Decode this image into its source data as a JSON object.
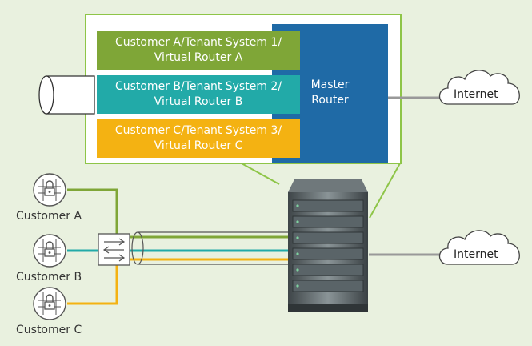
{
  "tenants": [
    {
      "line1": "Customer A/Tenant System 1/",
      "line2": "Virtual Router A",
      "color": "#7fa637"
    },
    {
      "line1": "Customer B/Tenant System 2/",
      "line2": "Virtual Router B",
      "color": "#22aaa8"
    },
    {
      "line1": "Customer C/Tenant System 3/",
      "line2": "Virtual Router C",
      "color": "#f4b212"
    }
  ],
  "master_router": {
    "line1": "Master",
    "line2": "Router",
    "color": "#1f6aa6"
  },
  "internet_top": "Internet",
  "internet_bottom": "Internet",
  "customers": [
    {
      "label": "Customer A",
      "color": "#7fa637",
      "icon": "firewall-lock-icon"
    },
    {
      "label": "Customer B",
      "color": "#22aaa8",
      "icon": "firewall-lock-icon"
    },
    {
      "label": "Customer C",
      "color": "#f4b212",
      "icon": "firewall-lock-icon"
    }
  ],
  "colors": {
    "background": "#e9f1df",
    "frame": "#8ec548",
    "link": "#999999"
  }
}
